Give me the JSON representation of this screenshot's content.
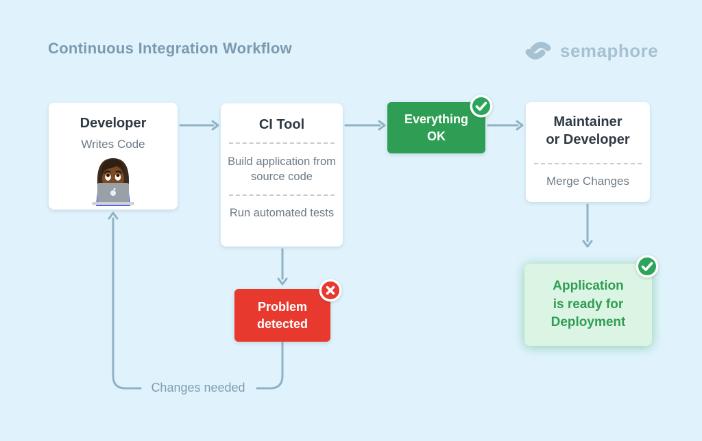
{
  "page": {
    "title": "Continuous Integration Workflow"
  },
  "logo": {
    "text": "semaphore",
    "icon": "semaphore-swoosh-icon"
  },
  "nodes": {
    "developer": {
      "title": "Developer",
      "subtitle": "Writes Code",
      "icon": "woman-technologist-emoji"
    },
    "ci_tool": {
      "title": "CI Tool",
      "step1": "Build application from source code",
      "step2": "Run automated tests"
    },
    "everything_ok": {
      "label": "Everything\nOK",
      "badge": "check-badge"
    },
    "maintainer": {
      "title": "Maintainer\nor Developer",
      "subtitle": "Merge Changes"
    },
    "problem": {
      "label": "Problem\ndetected",
      "badge": "cross-badge"
    },
    "deployment": {
      "label": "Application\nis ready for\nDeployment",
      "badge": "check-badge"
    }
  },
  "edges": {
    "changes_needed_label": "Changes needed"
  },
  "colors": {
    "background": "#e0f3fc",
    "connector": "#8fb2c6",
    "green": "#2f9e55",
    "green_light": "#dcf4e3",
    "red": "#e8392f",
    "heading_text": "#2f3a44",
    "body_text": "#6d7a86",
    "slate_label": "#7e9db2",
    "logo": "#a6c1d2",
    "box_white": "#ffffff"
  }
}
